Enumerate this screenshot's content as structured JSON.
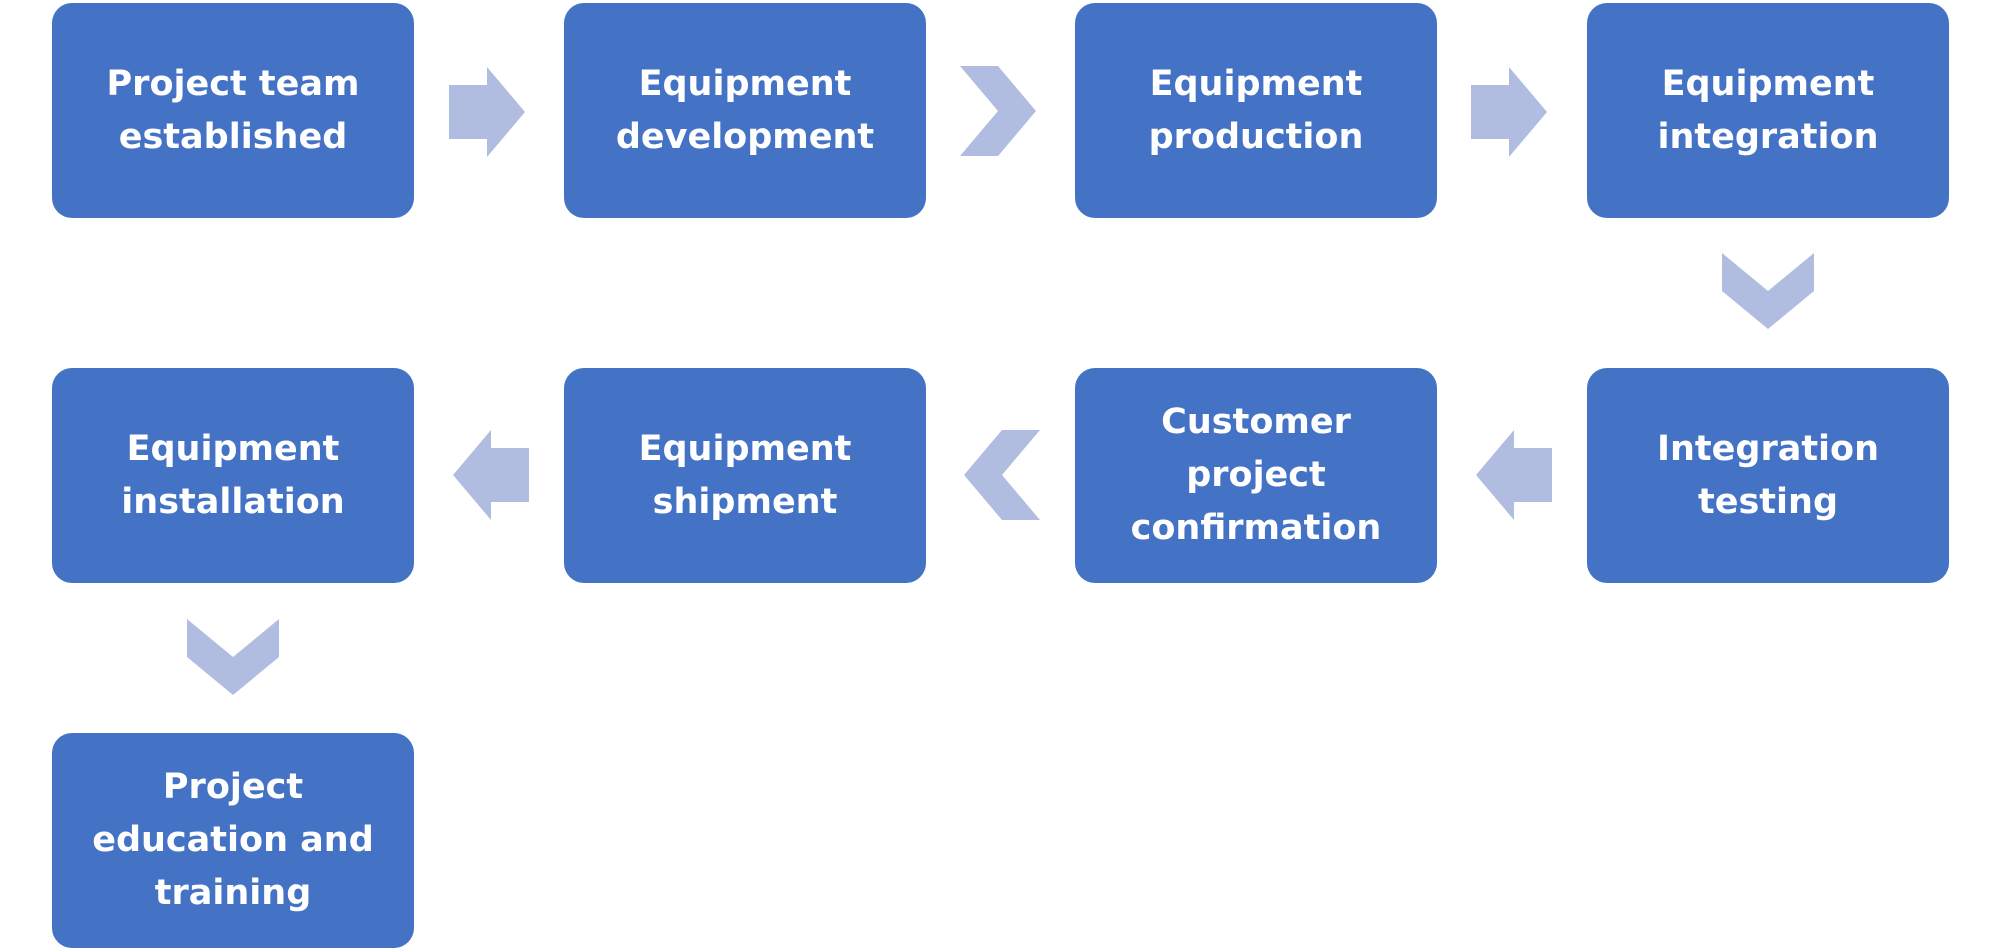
{
  "colors": {
    "box_fill": "#4472C4",
    "box_text": "#FFFFFF",
    "arrow_fill": "#B0BDE0",
    "background": "#FFFFFF"
  },
  "steps": [
    {
      "label": "Project team established"
    },
    {
      "label": "Equipment development"
    },
    {
      "label": "Equipment production"
    },
    {
      "label": "Equipment integration"
    },
    {
      "label": "Integration testing"
    },
    {
      "label": "Customer project confirmation"
    },
    {
      "label": "Equipment shipment"
    },
    {
      "label": "Equipment installation"
    },
    {
      "label": "Project education and training"
    }
  ],
  "connectors": [
    {
      "from": "Project team established",
      "to": "Equipment development",
      "shape": "block-arrow",
      "direction": "right"
    },
    {
      "from": "Equipment development",
      "to": "Equipment production",
      "shape": "chevron",
      "direction": "right"
    },
    {
      "from": "Equipment production",
      "to": "Equipment integration",
      "shape": "block-arrow",
      "direction": "right"
    },
    {
      "from": "Equipment integration",
      "to": "Integration testing",
      "shape": "chevron",
      "direction": "down"
    },
    {
      "from": "Integration testing",
      "to": "Customer project confirmation",
      "shape": "block-arrow",
      "direction": "left"
    },
    {
      "from": "Customer project confirmation",
      "to": "Equipment shipment",
      "shape": "chevron",
      "direction": "left"
    },
    {
      "from": "Equipment shipment",
      "to": "Equipment installation",
      "shape": "block-arrow",
      "direction": "left"
    },
    {
      "from": "Equipment installation",
      "to": "Project education and training",
      "shape": "chevron",
      "direction": "down"
    }
  ]
}
